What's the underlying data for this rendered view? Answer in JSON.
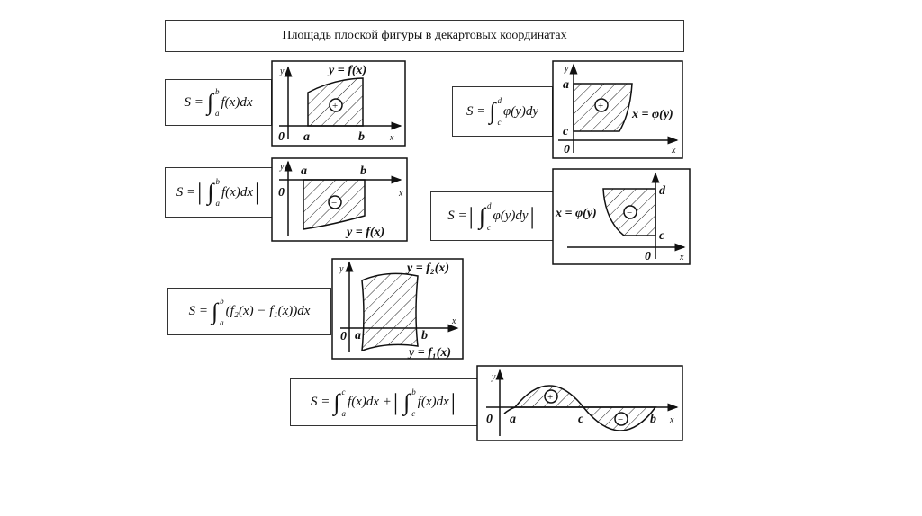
{
  "title": "Площадь плоской фигуры в декартовых координатах",
  "formulas": [
    {
      "s": "S =",
      "lower": "a",
      "upper": "b",
      "body": "f(x)dx"
    },
    {
      "s": "S =",
      "lower": "c",
      "upper": "d",
      "body": "φ(y)dy"
    },
    {
      "s": "S =",
      "lower": "a",
      "upper": "b",
      "body": "f(x)dx"
    },
    {
      "s": "S =",
      "lower": "c",
      "upper": "d",
      "body": "φ(y)dy"
    },
    {
      "s": "S =",
      "lower": "a",
      "upper": "b",
      "body": "(f₂(x) − f₁(x))dx"
    },
    {
      "s": "S =",
      "lower1": "a",
      "upper1": "c",
      "body1": "f(x)dx +",
      "lower2": "c",
      "upper2": "b",
      "body2": "f(x)dx"
    }
  ],
  "graphs": {
    "g1": {
      "curve": "y = f(x)",
      "y": "y",
      "x": "x",
      "o": "0",
      "a": "a",
      "b": "b",
      "sign": "+"
    },
    "g2": {
      "curve": "x = φ(y)",
      "y": "y",
      "x": "x",
      "o": "0",
      "top": "a",
      "bottom": "c",
      "sign": "+"
    },
    "g3": {
      "curve": "y = f(x)",
      "y": "y",
      "x": "x",
      "o": "0",
      "a": "a",
      "b": "b",
      "sign": "−"
    },
    "g4": {
      "curve": "x = φ(y)",
      "x": "x",
      "o": "0",
      "top": "d",
      "bottom": "c",
      "sign": "−"
    },
    "g5": {
      "top": "y = f₂(x)",
      "bottom": "y = f₁(x)",
      "y": "y",
      "x": "x",
      "o": "0",
      "a": "a",
      "b": "b"
    },
    "g6": {
      "y": "y",
      "x": "x",
      "o": "0",
      "a": "a",
      "c": "c",
      "b": "b",
      "sign1": "+",
      "sign2": "−"
    }
  }
}
